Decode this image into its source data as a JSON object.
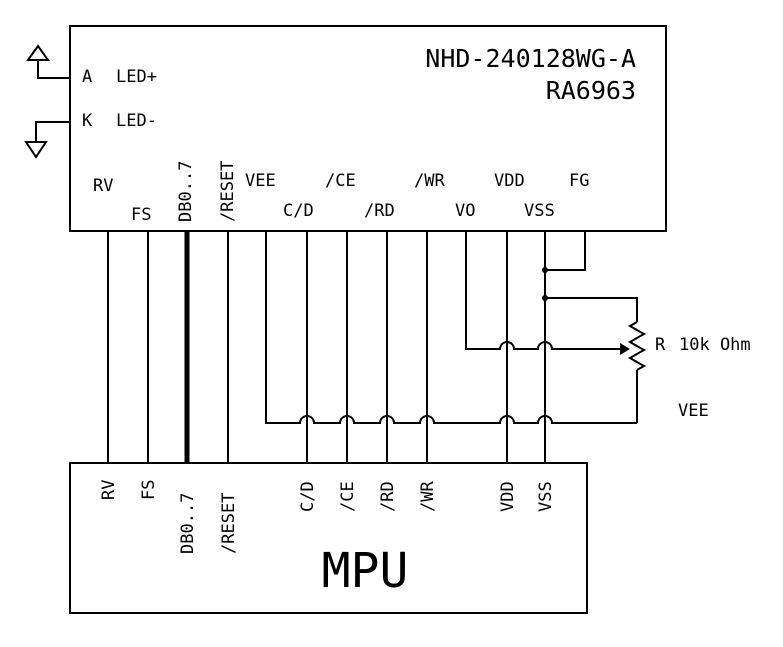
{
  "lcd": {
    "part_number": "NHD-240128WG-A",
    "controller": "RA6963",
    "led_anode_pin": "A",
    "led_anode_label": "LED+",
    "led_cathode_pin": "K",
    "led_cathode_label": "LED-",
    "pins": {
      "rv": "RV",
      "fs": "FS",
      "db": "DB0..7",
      "reset": "/RESET",
      "vee": "VEE",
      "cd": "C/D",
      "ce": "/CE",
      "rd": "/RD",
      "wr": "/WR",
      "vo": "VO",
      "vdd": "VDD",
      "vss": "VSS",
      "fg": "FG"
    }
  },
  "potentiometer": {
    "ref": "R",
    "value": "10k Ohm"
  },
  "vee_net_label": "VEE",
  "mpu": {
    "title": "MPU",
    "pins": {
      "rv": "RV",
      "fs": "FS",
      "db": "DB0..7",
      "reset": "/RESET",
      "cd": "C/D",
      "ce": "/CE",
      "rd": "/RD",
      "wr": "/WR",
      "vdd": "VDD",
      "vss": "VSS"
    }
  }
}
